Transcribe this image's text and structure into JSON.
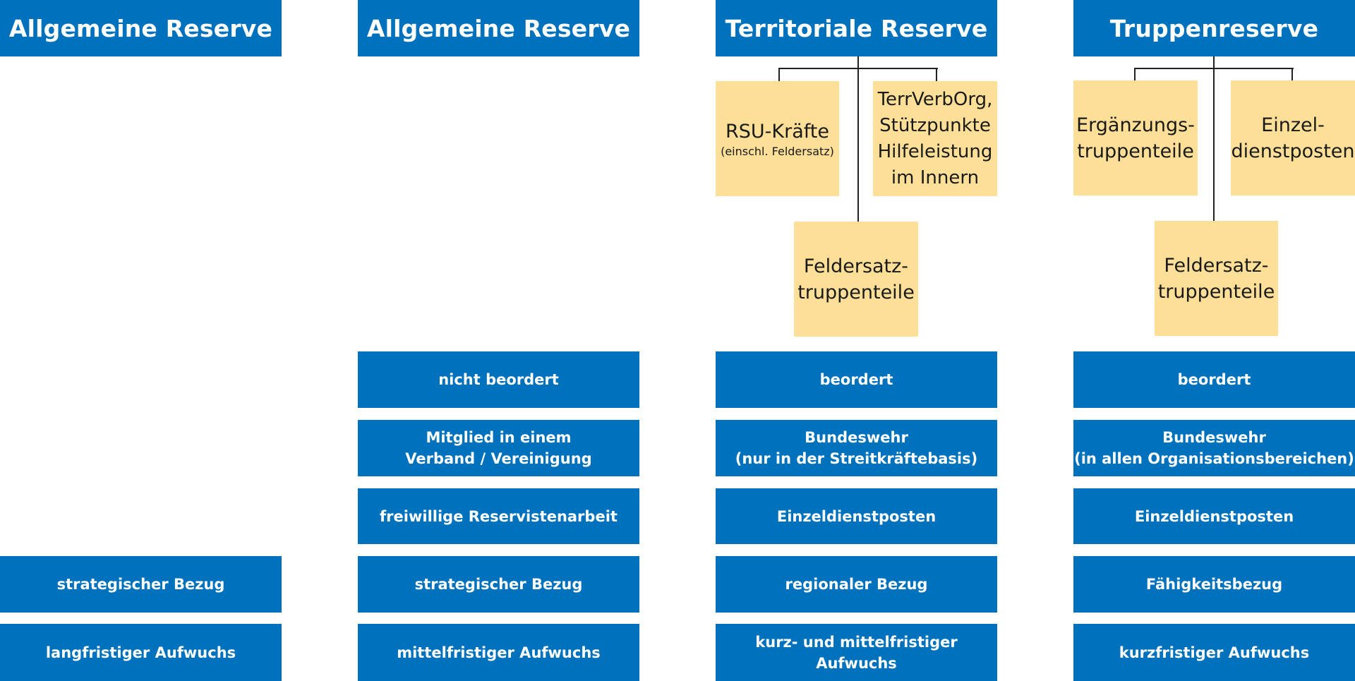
{
  "colors": {
    "primary_blue": "#0071bc",
    "unit_yellow": "#fddf97",
    "connector": "#222222"
  },
  "columns": [
    {
      "header": "Allgemeine Reserve",
      "units": [],
      "rows": {
        "status": null,
        "membership": null,
        "function": null,
        "reference": [
          "strategischer Bezug"
        ],
        "growth": [
          "langfristiger Aufwuchs"
        ]
      }
    },
    {
      "header": "Allgemeine Reserve",
      "units": [],
      "rows": {
        "status": [
          "nicht beordert"
        ],
        "membership": [
          "Mitglied in einem",
          "Verband / Vereinigung"
        ],
        "function": [
          "freiwillige Reservistenarbeit"
        ],
        "reference": [
          "strategischer Bezug"
        ],
        "growth": [
          "mittelfristiger Aufwuchs"
        ]
      }
    },
    {
      "header": "Territoriale Reserve",
      "units": [
        {
          "lines": [
            "RSU-Kräfte"
          ],
          "sub": "(einschl. Feldersatz)"
        },
        {
          "lines": [
            "TerrVerbOrg,",
            "Stützpunkte",
            "Hilfeleistung",
            "im Innern"
          ]
        },
        {
          "lines": [
            "Feldersatz-",
            "truppenteile"
          ]
        }
      ],
      "rows": {
        "status": [
          "beordert"
        ],
        "membership": [
          "Bundeswehr",
          "(nur in der Streitkräftebasis)"
        ],
        "function": [
          "Einzeldienstposten"
        ],
        "reference": [
          "regionaler Bezug"
        ],
        "growth": [
          "kurz- und mittelfristiger Aufwuchs"
        ]
      }
    },
    {
      "header": "Truppenreserve",
      "units": [
        {
          "lines": [
            "Ergänzungs-",
            "truppenteile"
          ]
        },
        {
          "lines": [
            "Einzel-",
            "dienstposten"
          ]
        },
        {
          "lines": [
            "Feldersatz-",
            "truppenteile"
          ]
        }
      ],
      "rows": {
        "status": [
          "beordert"
        ],
        "membership": [
          "Bundeswehr",
          "(in allen Organisationsbereichen)"
        ],
        "function": [
          "Einzeldienstposten"
        ],
        "reference": [
          "Fähigkeitsbezug"
        ],
        "growth": [
          "kurzfristiger Aufwuchs"
        ]
      }
    }
  ]
}
